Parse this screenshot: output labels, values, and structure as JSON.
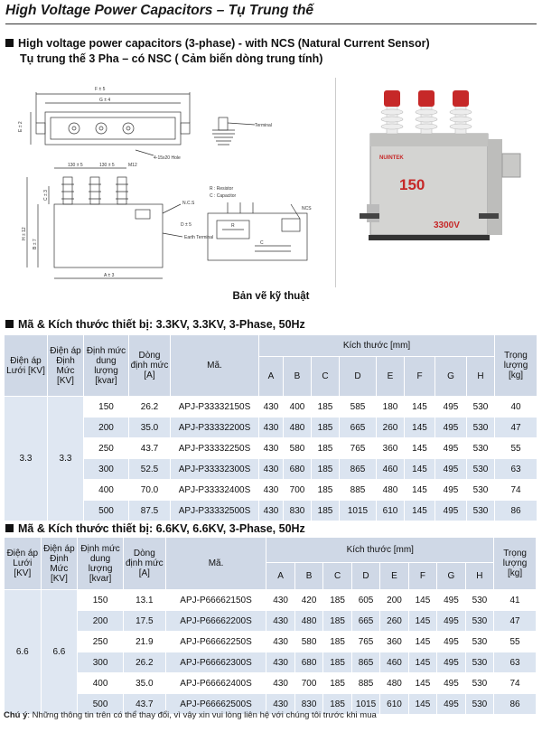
{
  "page_title": "High Voltage Power Capacitors – Tụ Trung thế",
  "section1": {
    "title_en": "High voltage power capacitors (3-phase) - with NCS (Natural Current Sensor)",
    "title_vi": "Tụ trung thế 3 Pha – có NSC ( Cảm biến dòng trung tính)"
  },
  "drawing": {
    "caption": "Bản vẽ kỹ thuật",
    "dims_top": [
      "F ± 5",
      "G ± 4",
      "E ± 2"
    ],
    "label_4hole": "4-15x20 Hole",
    "label_terminal": "Terminal",
    "dims_mid": [
      "130 ± 5",
      "130 ± 5",
      "M12"
    ],
    "label_ncs": "N.C.S",
    "label_earth": "Earth Terminal",
    "dims_side": [
      "H ± 12",
      "B ± 7",
      "C ± 3",
      "A ± 3",
      "D ± 5"
    ],
    "legend": [
      "R : Resistor",
      "C : Capacitor"
    ],
    "schematic_labels": [
      "NCS",
      "R",
      "C"
    ]
  },
  "photo": {
    "brand": "NUINTEK",
    "value": "150",
    "voltage": "3300V"
  },
  "colors": {
    "header_bg": "#cfd8e6",
    "row_alt": "#dbe4f0",
    "cap_red": "#c62828",
    "body_grey": "#cfcfcf"
  },
  "headers": {
    "grid_voltage": "Điện áp Lưới [KV]",
    "rated_voltage": "Điện áp Định Mức [KV]",
    "capacity": "Định mức dung lượng [kvar]",
    "current": "Dòng định mức [A]",
    "code": "Mã.",
    "dims": "Kích thước [mm]",
    "dim_cols": [
      "A",
      "B",
      "C",
      "D",
      "E",
      "F",
      "G",
      "H"
    ],
    "weight": "Trọng lượng [kg]"
  },
  "table1": {
    "title": "Mã & Kích thước thiết bị: 3.3KV, 3.3KV, 3-Phase, 50Hz",
    "grid": "3.3",
    "rated": "3.3",
    "rows": [
      [
        "150",
        "26.2",
        "APJ-P33332150S",
        "430",
        "400",
        "185",
        "585",
        "180",
        "145",
        "495",
        "530",
        "40"
      ],
      [
        "200",
        "35.0",
        "APJ-P33332200S",
        "430",
        "480",
        "185",
        "665",
        "260",
        "145",
        "495",
        "530",
        "47"
      ],
      [
        "250",
        "43.7",
        "APJ-P33332250S",
        "430",
        "580",
        "185",
        "765",
        "360",
        "145",
        "495",
        "530",
        "55"
      ],
      [
        "300",
        "52.5",
        "APJ-P33332300S",
        "430",
        "680",
        "185",
        "865",
        "460",
        "145",
        "495",
        "530",
        "63"
      ],
      [
        "400",
        "70.0",
        "APJ-P33332400S",
        "430",
        "700",
        "185",
        "885",
        "480",
        "145",
        "495",
        "530",
        "74"
      ],
      [
        "500",
        "87.5",
        "APJ-P33332500S",
        "430",
        "830",
        "185",
        "1015",
        "610",
        "145",
        "495",
        "530",
        "86"
      ]
    ]
  },
  "table2": {
    "title": "Mã & Kích thước thiết bị: 6.6KV, 6.6KV, 3-Phase, 50Hz",
    "grid": "6.6",
    "rated": "6.6",
    "rows": [
      [
        "150",
        "13.1",
        "APJ-P66662150S",
        "430",
        "420",
        "185",
        "605",
        "200",
        "145",
        "495",
        "530",
        "41"
      ],
      [
        "200",
        "17.5",
        "APJ-P66662200S",
        "430",
        "480",
        "185",
        "665",
        "260",
        "145",
        "495",
        "530",
        "47"
      ],
      [
        "250",
        "21.9",
        "APJ-P66662250S",
        "430",
        "580",
        "185",
        "765",
        "360",
        "145",
        "495",
        "530",
        "55"
      ],
      [
        "300",
        "26.2",
        "APJ-P66662300S",
        "430",
        "680",
        "185",
        "865",
        "460",
        "145",
        "495",
        "530",
        "63"
      ],
      [
        "400",
        "35.0",
        "APJ-P66662400S",
        "430",
        "700",
        "185",
        "885",
        "480",
        "145",
        "495",
        "530",
        "74"
      ],
      [
        "500",
        "43.7",
        "APJ-P66662500S",
        "430",
        "830",
        "185",
        "1015",
        "610",
        "145",
        "495",
        "530",
        "86"
      ]
    ]
  },
  "note": {
    "label": "Chú ý",
    "text": ": Những thông tin trên có thể thay đổi, vì vậy xin vui lòng liên hệ với chúng tôi trước khi mua"
  }
}
